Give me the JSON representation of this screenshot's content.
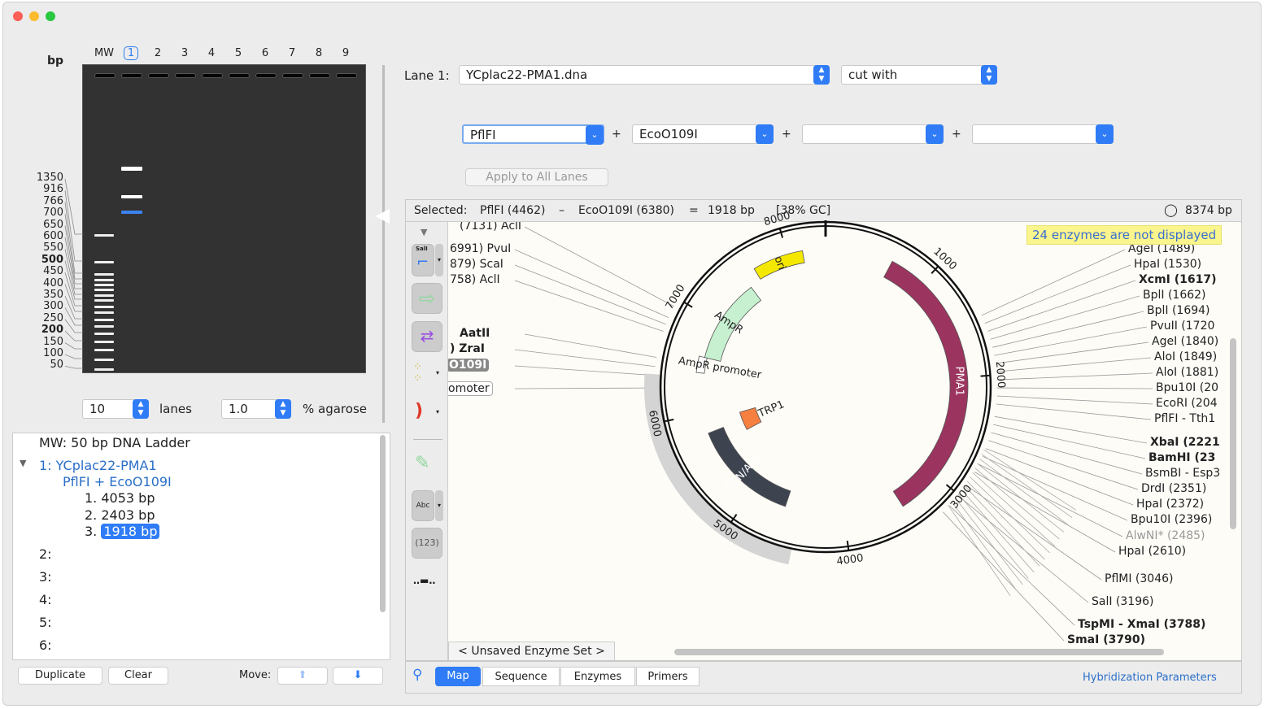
{
  "gel": {
    "bp_label": "bp",
    "lanes": [
      "MW",
      "1",
      "2",
      "3",
      "4",
      "5",
      "6",
      "7",
      "8",
      "9"
    ],
    "ladder": [
      "1350",
      "916",
      "766",
      "700",
      "650",
      "600",
      "550",
      "500",
      "450",
      "400",
      "350",
      "300",
      "250",
      "200",
      "150",
      "100",
      "50"
    ],
    "bold_ladder": [
      "500",
      "200"
    ],
    "lane_count": "10",
    "lanes_label": "lanes",
    "agarose": "1.0",
    "agarose_label": "% agarose"
  },
  "tree": {
    "mw": "MW:  50 bp DNA Ladder",
    "lane1": "1:  YCplac22-PMA1",
    "lane1_digest": "PflFI + EcoO109I",
    "fragments": [
      "1.  4053 bp",
      "2.  2403 bp",
      "3."
    ],
    "selected_fragment": "1918 bp",
    "empty_lanes": [
      "2:",
      "3:",
      "4:",
      "5:",
      "6:"
    ]
  },
  "bottom_left": {
    "duplicate": "Duplicate",
    "clear": "Clear",
    "move": "Move:"
  },
  "controls": {
    "lane_label": "Lane 1:",
    "file": "YCplac22-PMA1.dna",
    "cut_with": "cut with",
    "enzyme1": "PflFI",
    "enzyme2": "EcoO109I",
    "enzyme3": "",
    "enzyme4": "",
    "plus": "+",
    "apply": "Apply to All Lanes"
  },
  "status": {
    "selected": "Selected:",
    "e1": "PflFI (4462)",
    "dash": "–",
    "e2": "EcoO109I (6380)",
    "eq": "=",
    "len": "1918 bp",
    "gc": "[38% GC]",
    "total": "8374 bp"
  },
  "notice": "24 enzymes are not displayed",
  "map": {
    "length": 8374,
    "ticks": [
      "1000",
      "2000",
      "3000",
      "4000",
      "5000",
      "6000",
      "7000",
      "8000"
    ],
    "features": [
      {
        "name": "PMA1",
        "start": 650,
        "end": 3420,
        "color": "#9b355f"
      },
      {
        "name": "ori",
        "start": 7650,
        "end": 8150,
        "color": "#f5e800"
      },
      {
        "name": "AmpR",
        "start": 6600,
        "end": 7520,
        "color": "#c6f0cf"
      },
      {
        "name": "CEN/ARS",
        "start": 4620,
        "end": 5780,
        "color": "#3d4450"
      },
      {
        "name": "TRP1",
        "start": 5620,
        "end": 5900,
        "color": "#f58040"
      },
      {
        "name": "AmpR promoter",
        "start": 6430,
        "end": 6600,
        "color": "#ffffff"
      }
    ],
    "selection": {
      "start": 4462,
      "end": 6380
    },
    "left_labels": [
      "(7131)  AclI",
      "6991)  PvuI",
      "879)  ScaI",
      "758)  AclI",
      "AatII",
      ")  ZraI",
      "O109I",
      "omoter"
    ],
    "right_labels": [
      "AgeI  (1489)",
      "HpaI  (1530)",
      "XcmI  (1617)",
      "BplI  (1662)",
      "BplI  (1694)",
      "PvuII  (1720",
      "AgeI  (1840)",
      "AloI  (1849)",
      "AloI  (1881)",
      "Bpu10I  (20",
      "EcoRI  (204",
      "PflFI - Tth1",
      "XbaI  (2221",
      "BamHI  (23",
      "BsmBI - Esp3",
      "DrdI  (2351)",
      "HpaI  (2372)",
      "Bpu10I  (2396)",
      "AlwNI*  (2485)",
      "HpaI  (2610)",
      "PflMI  (3046)",
      "SalI  (3196)",
      "TspMI - XmaI  (3788)",
      "SmaI  (3790)"
    ],
    "enzyme_set": "< Unsaved Enzyme Set >"
  },
  "tools": {
    "sali": "SalI",
    "abc": "Abc",
    "num": "(123)"
  },
  "tabs": [
    "Map",
    "Sequence",
    "Enzymes",
    "Primers"
  ],
  "hyb": "Hybridization Parameters",
  "colors": {
    "accent": "#2f7cf6",
    "link": "#2a6fc9"
  }
}
